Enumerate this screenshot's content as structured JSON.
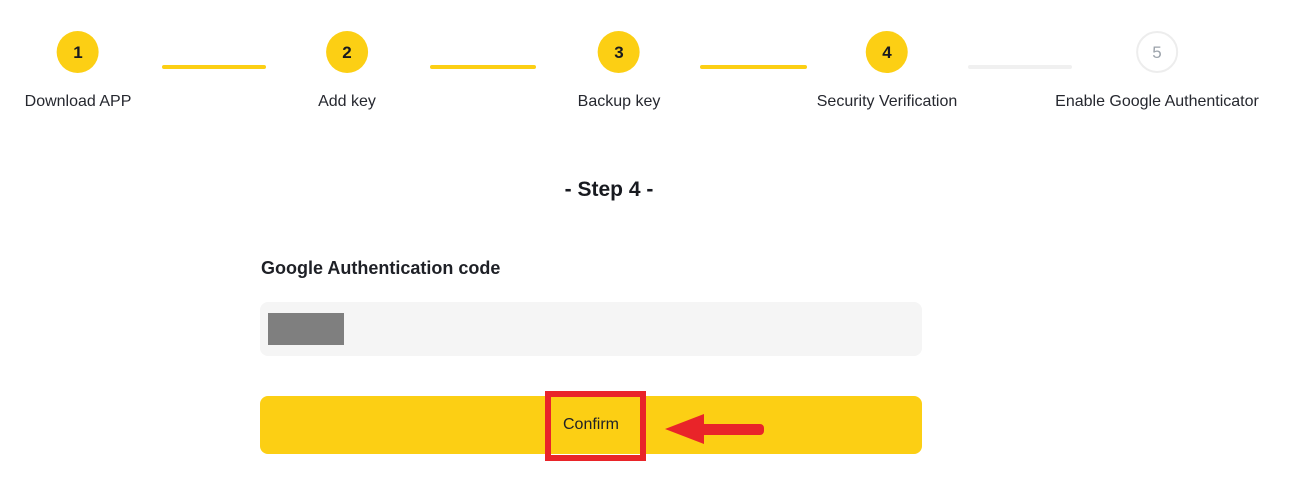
{
  "stepper": {
    "steps": [
      {
        "number": "1",
        "label": "Download APP",
        "state": "done"
      },
      {
        "number": "2",
        "label": "Add key",
        "state": "done"
      },
      {
        "number": "3",
        "label": "Backup key",
        "state": "done"
      },
      {
        "number": "4",
        "label": "Security Verification",
        "state": "active"
      },
      {
        "number": "5",
        "label": "Enable Google Authenticator",
        "state": "upcoming"
      }
    ],
    "connectors": [
      {
        "state": "done"
      },
      {
        "state": "done"
      },
      {
        "state": "done"
      },
      {
        "state": "upcoming"
      }
    ]
  },
  "main": {
    "step_heading": "- Step 4 -",
    "code_label": "Google Authentication code",
    "code_input": {
      "value": "",
      "placeholder": "",
      "redacted": true
    },
    "confirm_label": "Confirm"
  },
  "annotations": {
    "highlight_box_target": "Confirm",
    "arrow_direction": "left"
  },
  "colors": {
    "brand_yellow": "#FCCF14",
    "annotation_red": "#E92429",
    "text_dark": "#1E2026",
    "upcoming_gray": "#9CA3AB",
    "input_background": "#F5F5F5",
    "redaction_gray": "#7F7F7F",
    "connector_inactive": "#F0F0F0"
  }
}
